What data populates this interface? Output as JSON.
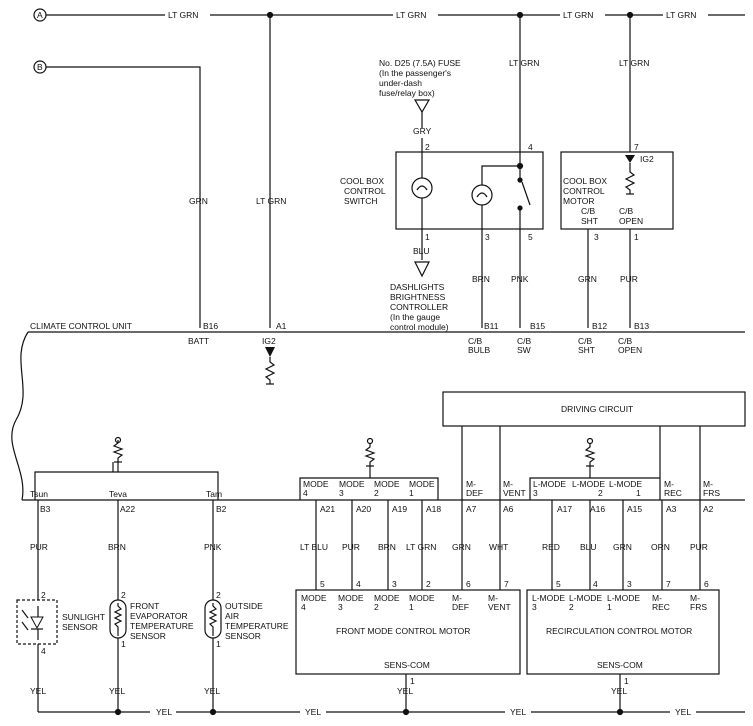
{
  "connectors": {
    "a": "A",
    "b": "B"
  },
  "wire_colors": {
    "lt_grn": "LT GRN",
    "grn": "GRN",
    "gry": "GRY",
    "blu": "BLU",
    "brn": "BRN",
    "pnk": "PNK",
    "pur": "PUR",
    "yel": "YEL",
    "wht": "WHT",
    "red": "RED",
    "orn": "ORN",
    "lt_blu": "LT BLU"
  },
  "fuse": {
    "line1": "No. D25 (7.5A) FUSE",
    "line2": "(In the passenger's",
    "line3": "under-dash",
    "line4": "fuse/relay box)"
  },
  "dashlights": {
    "line1": "DASHLIGHTS",
    "line2": "BRIGHTNESS",
    "line3": "CONTROLLER",
    "line4": "(In the gauge",
    "line5": "control module)"
  },
  "cool_box_switch": {
    "line1": "COOL BOX",
    "line2": "CONTROL",
    "line3": "SWITCH"
  },
  "cool_box_motor": {
    "line1": "COOL BOX",
    "line2": "CONTROL",
    "line3": "MOTOR",
    "ig2": "IG2",
    "sht1": "C/B",
    "sht2": "SHT",
    "open1": "C/B",
    "open2": "OPEN"
  },
  "ccu": {
    "title": "CLIMATE CONTROL UNIT",
    "b16": "B16",
    "a1": "A1",
    "b11": "B11",
    "b15": "B15",
    "b12": "B12",
    "b13": "B13",
    "batt": "BATT",
    "ig2": "IG2",
    "cb": "C/B",
    "bulb": "BULB",
    "sw": "SW",
    "sht": "SHT",
    "open": "OPEN",
    "driving_circuit": "DRIVING CIRCUIT"
  },
  "pins": {
    "n1": "1",
    "n2": "2",
    "n3": "3",
    "n4": "4",
    "n5": "5",
    "n6": "6",
    "n7": "7"
  },
  "bottom_terminals": {
    "tsun": "Tsun",
    "teva": "Teva",
    "tam": "Tam",
    "b3": "B3",
    "a22": "A22",
    "b2": "B2",
    "mode": "MODE",
    "m": "M-",
    "def": "DEF",
    "vent": "VENT",
    "lmode": "L-MODE",
    "rec": "REC",
    "frs": "FRS",
    "a21": "A21",
    "a20": "A20",
    "a19": "A19",
    "a18": "A18",
    "a7": "A7",
    "a6": "A6",
    "a17": "A17",
    "a16": "A16",
    "a15": "A15",
    "a3": "A3",
    "a2": "A2"
  },
  "sensors": {
    "sunlight1": "SUNLIGHT",
    "sunlight2": "SENSOR",
    "evap1": "FRONT",
    "evap2": "EVAPORATOR",
    "evap3": "TEMPERATURE",
    "evap4": "SENSOR",
    "air1": "OUTSIDE",
    "air2": "AIR",
    "air3": "TEMPERATURE",
    "air4": "SENSOR"
  },
  "front_motor": {
    "title": "FRONT MODE CONTROL MOTOR",
    "sens_com": "SENS-COM"
  },
  "recirc_motor": {
    "title": "RECIRCULATION CONTROL MOTOR",
    "sens_com": "SENS-COM"
  }
}
